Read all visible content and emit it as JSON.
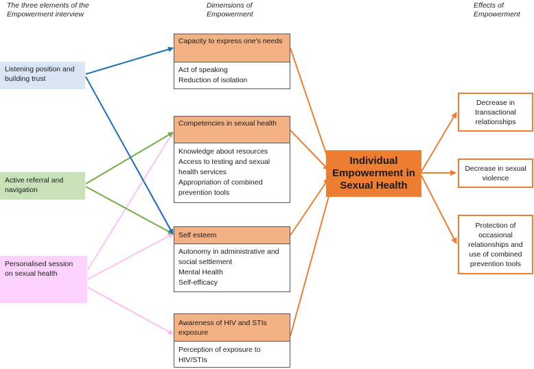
{
  "headers": {
    "left": "The three elements of the Empowerment interview",
    "middle": "Dimensions of Empowerment",
    "right": "Effects of Empowerment"
  },
  "elements": [
    {
      "label": "Listening position and building trust"
    },
    {
      "label": "Active referral and navigation"
    },
    {
      "label": "Personalised session on sexual health"
    }
  ],
  "dimensions": [
    {
      "title": "Capacity to express one's needs",
      "items": [
        "Act of speaking",
        "Reduction of isolation"
      ]
    },
    {
      "title": "Competencies in sexual health",
      "items": [
        "Knowledge about resources",
        "Access to testing and sexual health services",
        "Appropriation of combined prevention tools"
      ]
    },
    {
      "title": "Self esteem",
      "items": [
        "Autonomy in administrative and social settlement",
        "Mental Health",
        "Self-efficacy"
      ]
    },
    {
      "title": "Awareness of HIV and STIs exposure",
      "items": [
        "Perception of exposure to HIV/STIs"
      ]
    }
  ],
  "center": {
    "label": "Individual Empowerment in Sexual Health"
  },
  "effects": [
    {
      "label": "Decrease in transactional relationships"
    },
    {
      "label": "Decrease in sexual violence"
    },
    {
      "label": "Protection of occasional relationships and use of combined prevention tools"
    }
  ],
  "colors": {
    "blue": "#1f6fb4",
    "green": "#70ad47",
    "pink": "#ffb6f5",
    "orange": "#ed7d31"
  }
}
